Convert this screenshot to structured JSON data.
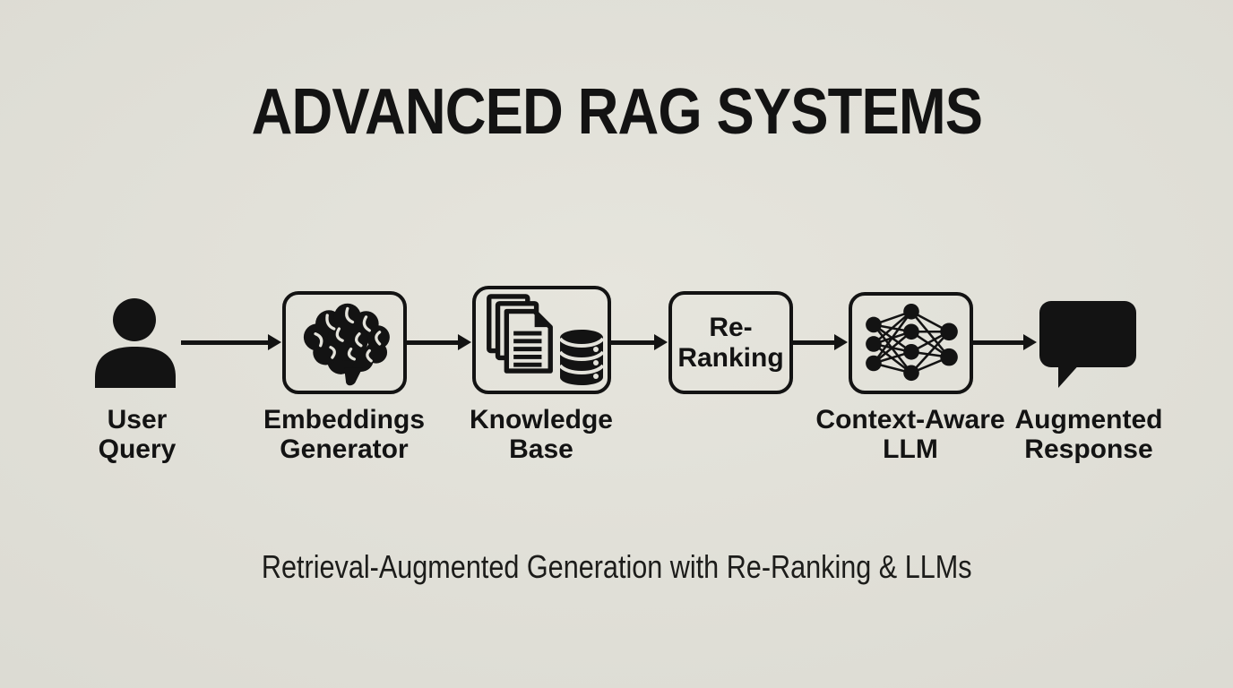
{
  "title": "ADVANCED RAG SYSTEMS",
  "subtitle": "Retrieval-Augmented Generation with Re-Ranking & LLMs",
  "colors": {
    "background": "#deddd5",
    "ink": "#131313"
  },
  "flow": {
    "direction": "left-to-right",
    "connector": "arrow-right",
    "nodes": [
      {
        "id": "user-query",
        "icon": "person-icon",
        "boxed": false,
        "label": {
          "line1": "User",
          "line2": "Query"
        }
      },
      {
        "id": "embeddings-generator",
        "icon": "brain-icon",
        "boxed": true,
        "label": {
          "line1": "Embeddings",
          "line2": "Generator"
        }
      },
      {
        "id": "knowledge-base",
        "icon": "documents-and-database-icon",
        "boxed": true,
        "label": {
          "line1": "Knowledge",
          "line2": "Base"
        }
      },
      {
        "id": "re-ranking",
        "icon": "none",
        "boxed": true,
        "box_text": {
          "line1": "Re-",
          "line2": "Ranking"
        }
      },
      {
        "id": "context-aware-llm",
        "icon": "neural-network-icon",
        "boxed": true,
        "label": {
          "line1": "Context-Aware",
          "line2": "LLM"
        }
      },
      {
        "id": "augmented-response",
        "icon": "speech-bubble-icon",
        "boxed": false,
        "label": {
          "line1": "Augmented",
          "line2": "Response"
        }
      }
    ]
  }
}
